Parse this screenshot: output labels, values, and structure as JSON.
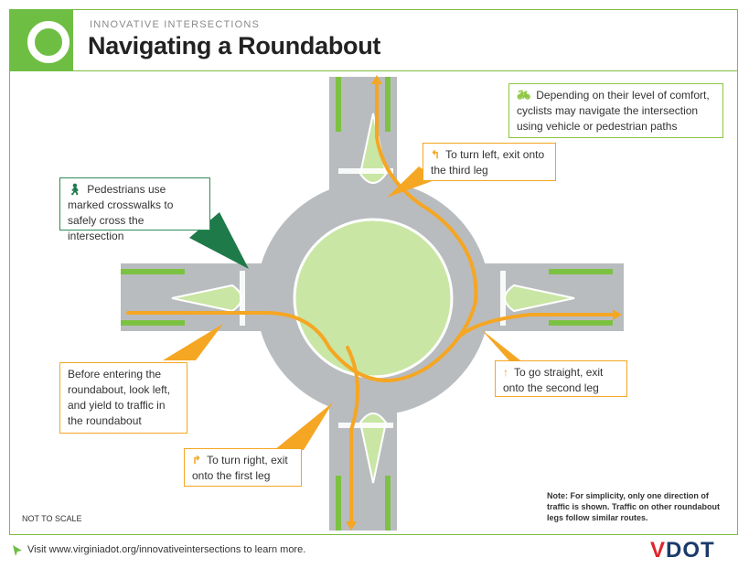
{
  "header": {
    "eyebrow": "INNOVATIVE INTERSECTIONS",
    "title": "Navigating a Roundabout"
  },
  "callouts": {
    "pedestrians": "Pedestrians use marked crosswalks to safely cross the intersection",
    "cyclists": "Depending on their level of comfort, cyclists may navigate the intersection using vehicle or pedestrian paths",
    "turn_left": "To turn left, exit onto the third leg",
    "entering": "Before entering the roundabout, look left, and yield to traffic in the roundabout",
    "straight": "To go straight, exit onto the second leg",
    "turn_right": "To turn right, exit onto the first leg"
  },
  "note": "Note: For simplicity, only one direction of traffic is shown. Traffic on other roundabout legs follow similar routes.",
  "scale_label": "NOT TO SCALE",
  "footer": {
    "link_text": "Visit www.virginiadot.org/innovativeintersections to learn more.",
    "brand": "VDOT"
  },
  "colors": {
    "accent_green": "#6fbe44",
    "route_orange": "#f5a623",
    "road_gray": "#b9bcbf",
    "island_green": "#c9e6a4",
    "pedestrian_green": "#1f7a4a"
  },
  "icons": [
    "circle-logo-icon",
    "pedestrian-icon",
    "bicycle-icon",
    "turn-left-arrow-icon",
    "straight-arrow-icon",
    "turn-right-arrow-icon",
    "footer-arrow-icon"
  ]
}
